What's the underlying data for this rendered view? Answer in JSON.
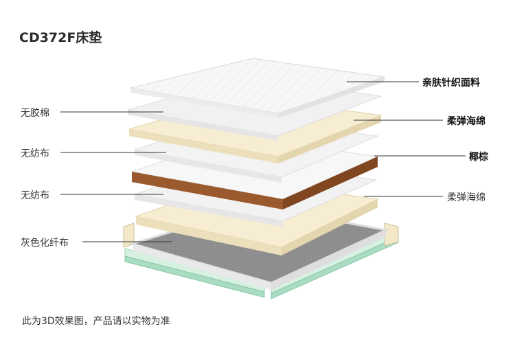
{
  "title": "CD372F床垫",
  "footer_note": "此为3D效果图，产品请以实物为准",
  "left_labels": [
    {
      "id": "non-woven-glue-free",
      "text": "无胶棉"
    },
    {
      "id": "non-woven-1",
      "text": "无纺布"
    },
    {
      "id": "non-woven-2",
      "text": "无纺布"
    },
    {
      "id": "grey-chemical-fiber",
      "text": "灰色化纤布"
    }
  ],
  "right_labels": [
    {
      "id": "skin-friendly-knit-fabric",
      "text": "亲肤针织面料",
      "bold": true
    },
    {
      "id": "soft-elastic-foam-1",
      "text": "柔弹海绵",
      "bold": true
    },
    {
      "id": "coconut-palm",
      "text": "椰棕",
      "bold": true
    },
    {
      "id": "soft-elastic-foam-2",
      "text": "柔弹海绵",
      "bold": false
    }
  ],
  "colors": {
    "knit_fabric": "#f4f4f4",
    "foam": "#f3e8c8",
    "coconut": "#9a5a2e",
    "grey_fabric": "#8a8a8a",
    "frame_green": "#bfe6d2",
    "leader_line": "#333333"
  }
}
